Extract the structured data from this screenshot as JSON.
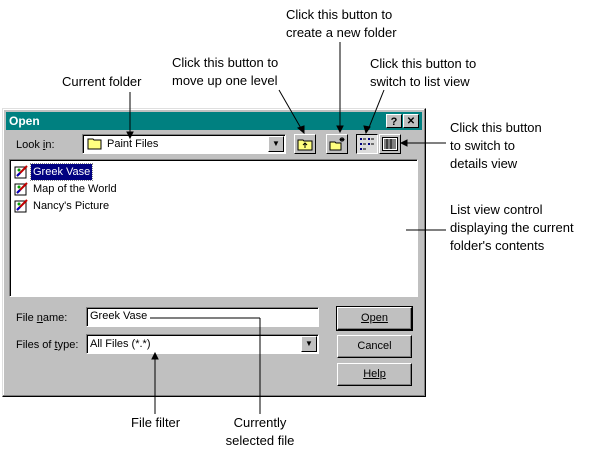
{
  "callouts": {
    "current_folder": "Current folder",
    "up_one_level": "Click this button to\nmove up one level",
    "new_folder": "Click this button to\ncreate a new folder",
    "list_view": "Click this button to\nswitch to list view",
    "details_view": "Click this button\nto switch to\ndetails view",
    "list_control": "List view control\ndisplaying the current\nfolder's contents",
    "file_filter": "File filter",
    "selected_file": "Currently\nselected file"
  },
  "dialog": {
    "title": "Open",
    "help_btn": "?",
    "close_btn": "✕",
    "look_in_label": "Look in:",
    "look_in_value": "Paint Files",
    "files": [
      {
        "name": "Greek Vase",
        "selected": true
      },
      {
        "name": "Map of the World",
        "selected": false
      },
      {
        "name": "Nancy's Picture",
        "selected": false
      }
    ],
    "file_name_label": "File name:",
    "file_name_value": "Greek Vase",
    "files_of_type_label": "Files of type:",
    "files_of_type_value": "All Files (*.*)",
    "open_label": "Open",
    "cancel_label": "Cancel",
    "help_label": "Help"
  },
  "colors": {
    "titlebar": "#008080",
    "face": "#c0c0c0",
    "selection": "#000080"
  },
  "icons": [
    "folder-icon",
    "up-one-level-icon",
    "new-folder-icon",
    "list-view-icon",
    "details-view-icon",
    "paint-file-icon",
    "dropdown-arrow-icon"
  ]
}
